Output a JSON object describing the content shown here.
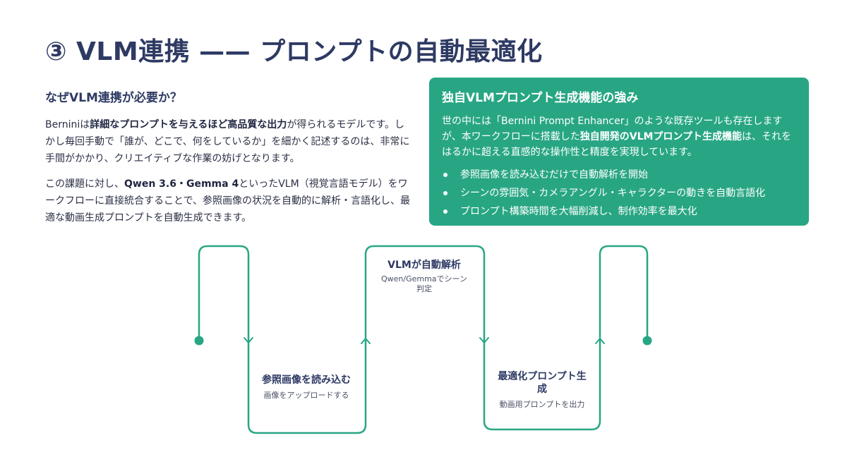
{
  "title": "③ VLM連携 —— プロンプトの自動最適化",
  "left": {
    "heading": "なぜVLM連携が必要か？",
    "p1": {
      "t1": "Berniniは",
      "b1": "詳細なプロンプトを与えるほど高品質な出力",
      "t2": "が得られるモデルです。しかし毎回手動で「誰が、どこで、何をしているか」を細かく記述するのは、非常に手間がかかり、クリエイティブな作業の妨げとなります。"
    },
    "p2": {
      "t1": "この課題に対し、",
      "b1": "Qwen 3.6・Gemma 4",
      "t2": "といったVLM（視覚言語モデル）をワークフローに直接統合することで、参照画像の状況を自動的に解析・言語化し、最適な動画生成プロンプトを自動生成できます。"
    }
  },
  "box": {
    "heading": "独自VLMプロンプト生成機能の強み",
    "para": {
      "t1": "世の中には「Bernini Prompt Enhancer」のような既存ツールも存在しますが、本ワークフローに搭載した",
      "b1": "独自開発のVLMプロンプト生成機能",
      "t2": "は、それをはるかに超える直感的な操作性と精度を実現しています。"
    },
    "bullets": [
      "参照画像を読み込むだけで自動解析を開始",
      "シーンの雰囲気・カメラアングル・キャラクターの動きを自動言語化",
      "プロンプト構築時間を大幅削減し、制作効率を最大化"
    ]
  },
  "flow": {
    "color": "#28a684",
    "steps": [
      {
        "title": "参照画像を読み込む",
        "desc": "画像をアップロードする"
      },
      {
        "title": "VLMが自動解析",
        "desc": "Qwen/Gemmaでシーン判定"
      },
      {
        "title": "最適化プロンプト生成",
        "desc": "動画用プロンプトを出力"
      }
    ]
  }
}
